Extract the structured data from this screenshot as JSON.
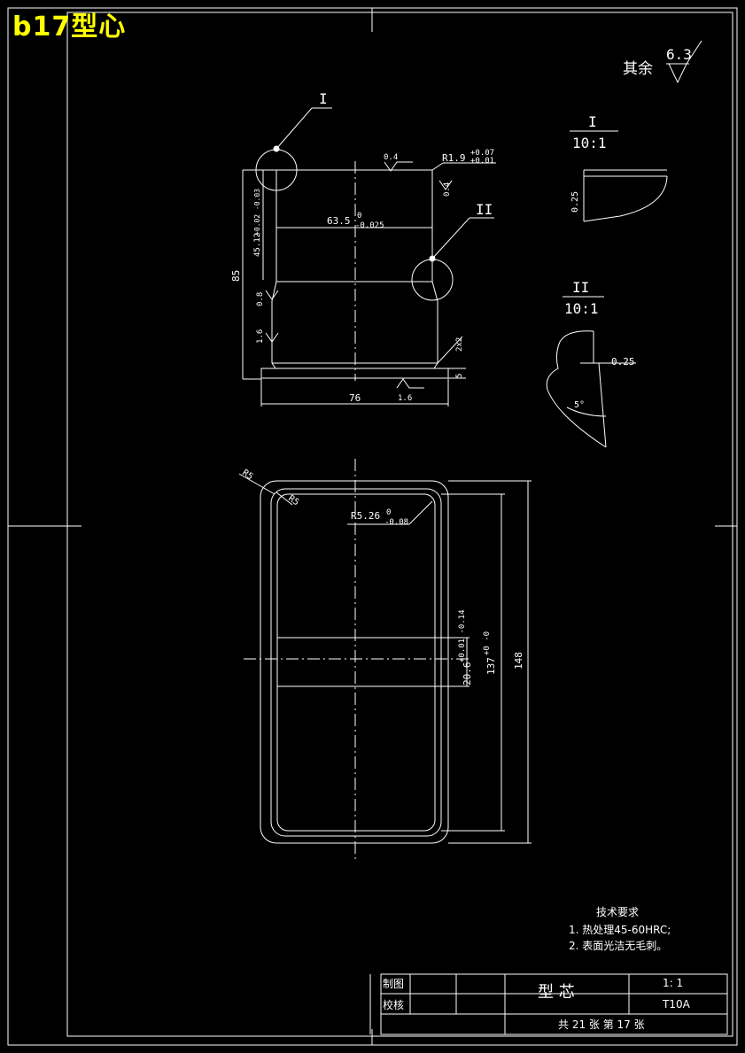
{
  "header": {
    "title": "b17型心"
  },
  "roughness_note": {
    "label": "其余",
    "value": "6.3"
  },
  "main_view": {
    "detail_i_marker": "I",
    "detail_ii_marker": "II",
    "dims": {
      "top_radius": "R1.9",
      "top_radius_tol_upper": "+0.07",
      "top_radius_tol_lower": "+0.01",
      "diameter": "63.5",
      "diameter_tol_upper": "0",
      "diameter_tol_lower": "-0.025",
      "height_inner": "45.12",
      "height_inner_tol": "+0.02 -0.03",
      "height_total": "85",
      "width_base": "76",
      "base_height": "5",
      "chamfer": "2x2",
      "roughness_top": "0.4",
      "roughness_side": "0.4",
      "roughness_08": "0.8",
      "roughness_16a": "1.6",
      "roughness_16b": "1.6"
    }
  },
  "detail_i": {
    "label": "I",
    "scale": "10:1",
    "dim": "0.25"
  },
  "detail_ii": {
    "label": "II",
    "scale": "10:1",
    "dim": "0.25",
    "angle": "5°"
  },
  "plan_view": {
    "r5a": "R5",
    "r5b": "R5",
    "r526": "R5.26",
    "r526_tol_upper": "0",
    "r526_tol_lower": "-0.08",
    "dim_206": "20.6",
    "dim_206_tol": "+0.01 -0.14",
    "dim_137": "137",
    "dim_137_tol": "+0 -0",
    "dim_148": "148"
  },
  "tech_requirements": {
    "title": "技术要求",
    "items": [
      "1. 热处理45-60HRC;",
      "2. 表面光洁无毛刺。"
    ]
  },
  "title_block": {
    "drawn_by": "制图",
    "checked_by": "校核",
    "part_name": "型   芯",
    "scale": "1: 1",
    "material": "T10A",
    "sheet_info": "共 21 张  第 17 张"
  }
}
